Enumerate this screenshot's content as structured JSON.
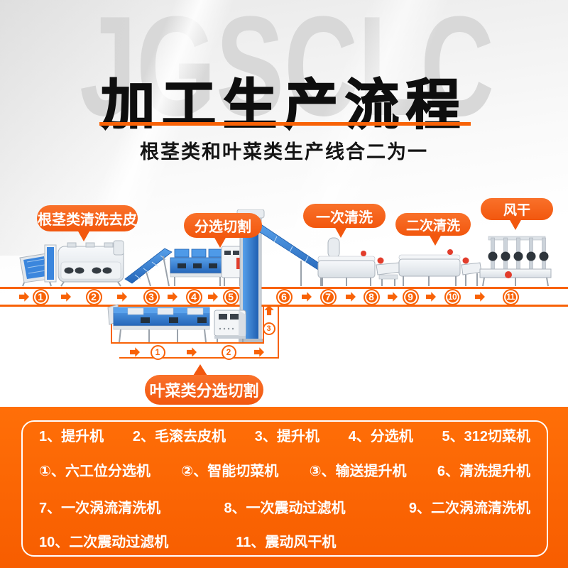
{
  "watermark": "JGSCLC",
  "header": {
    "title": "加工生产流程",
    "subtitle": "根茎类和叶菜类生产线合二为一"
  },
  "callouts": {
    "root_peeling": "根茎类清洗去皮",
    "sorting_cutting": "分选切割",
    "first_wash": "一次清洗",
    "second_wash": "二次清洗",
    "air_dry": "风干",
    "leafy_sorting_cutting": "叶菜类分选切割"
  },
  "band": {
    "stations": [
      "1",
      "2",
      "3",
      "4",
      "5",
      "6",
      "7",
      "8",
      "9",
      "10",
      "11"
    ]
  },
  "loop": {
    "steps": [
      "1",
      "2",
      "3"
    ]
  },
  "legend": {
    "row1": [
      "1、提升机",
      "2、毛滚去皮机",
      "3、提升机",
      "4、分选机",
      "5、312切菜机"
    ],
    "row2": [
      "①、六工位分选机",
      "②、智能切菜机",
      "③、输送提升机",
      "6、清洗提升机"
    ],
    "row3": [
      "7、一次涡流清洗机",
      "8、一次震动过滤机",
      "9、二次涡流清洗机"
    ],
    "row4": [
      "10、二次震动过滤机",
      "11、震动风干机"
    ]
  },
  "colors": {
    "accent_orange": "#f86207",
    "panel_orange": "#fb6505",
    "bubble_orange": "#f2570e",
    "belt_blue": "#2f7cd6",
    "steel_gray": "#e7ebef",
    "alert_red": "#e23d2c",
    "watermark_gray": "#d8d8d8",
    "title_black": "#0e0e0e"
  }
}
